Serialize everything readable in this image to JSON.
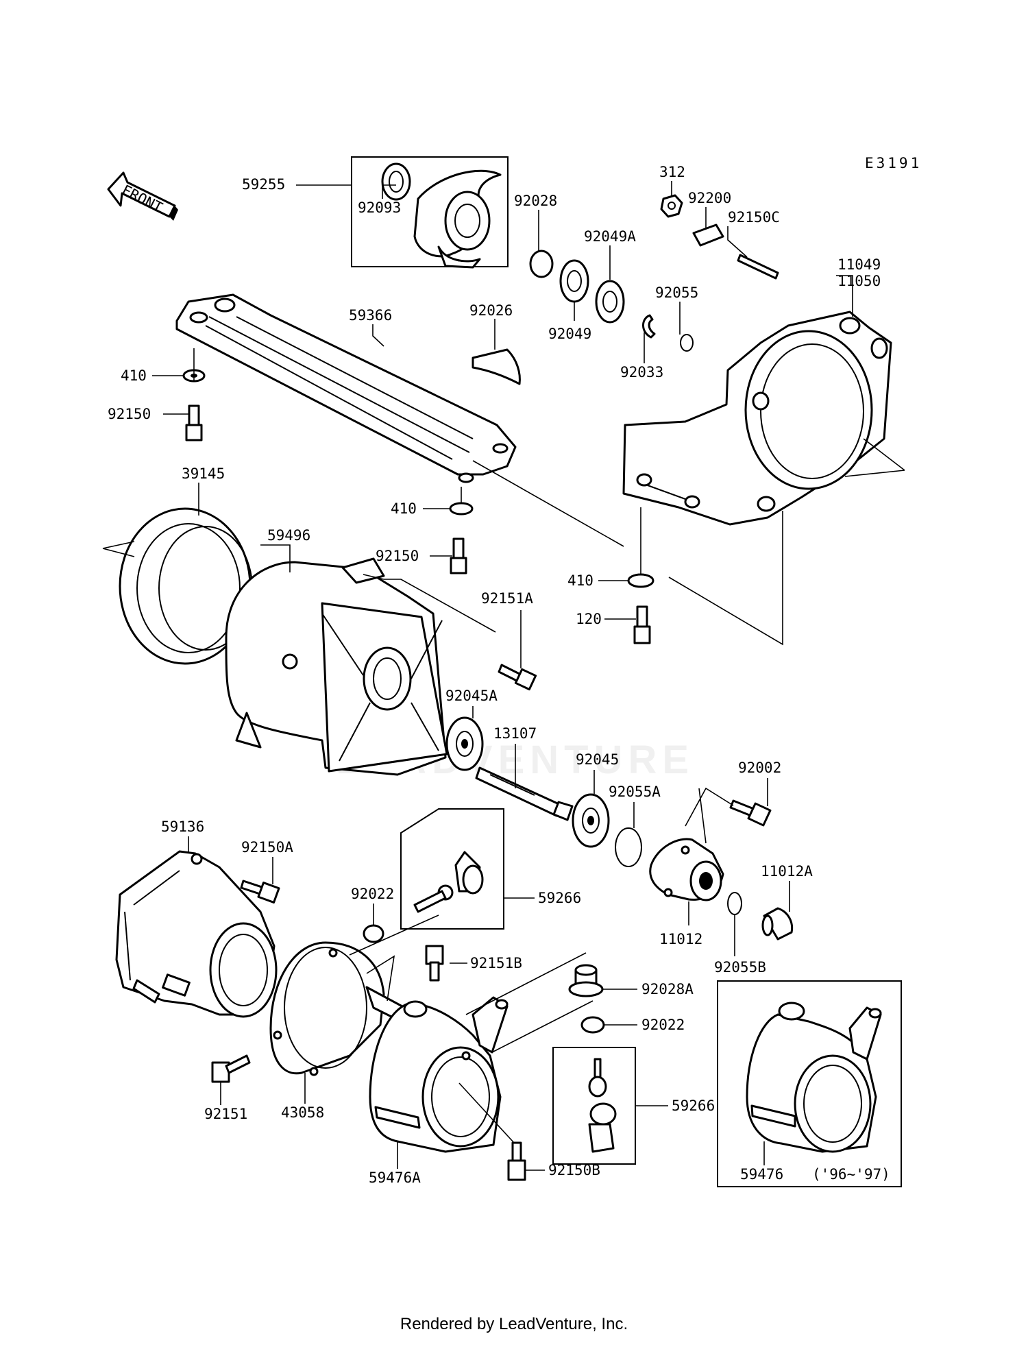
{
  "diagram_code": "E3191",
  "front_label": "FRONT",
  "watermark": "LEADVENTURE",
  "footer": "Rendered by LeadVenture, Inc.",
  "model_note": "('96~'97)",
  "labels": {
    "p59255": "59255",
    "p92093": "92093",
    "p92028": "92028",
    "p92049A": "92049A",
    "p312": "312",
    "p92200": "92200",
    "p92150C": "92150C",
    "p11049": "11049",
    "p11050": "11050",
    "p92055": "92055",
    "p92026": "92026",
    "p59366": "59366",
    "p92049": "92049",
    "p92033": "92033",
    "p410a": "410",
    "p92150a": "92150",
    "p39145": "39145",
    "p410b": "410",
    "p59496": "59496",
    "p92150b": "92150",
    "p410c": "410",
    "p92151A": "92151A",
    "p120": "120",
    "p92045A": "92045A",
    "p13107": "13107",
    "p92045": "92045",
    "p92002": "92002",
    "p92055A": "92055A",
    "p59136": "59136",
    "p92150A": "92150A",
    "p11012A": "11012A",
    "p92022a": "92022",
    "p59266a": "59266",
    "p11012": "11012",
    "p92151B": "92151B",
    "p92028A": "92028A",
    "p92055B": "92055B",
    "p92022b": "92022",
    "p92151": "92151",
    "p43058": "43058",
    "p59266b": "59266",
    "p59476A": "59476A",
    "p92150B": "92150B",
    "p59476": "59476"
  }
}
